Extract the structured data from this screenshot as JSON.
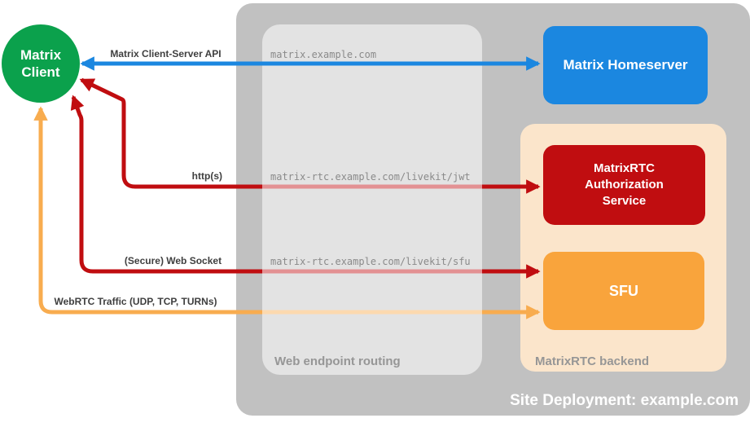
{
  "diagram": {
    "client": {
      "label": "Matrix Client",
      "color": "#0BA14C"
    },
    "site": {
      "label": "Site Deployment: example.com",
      "container_color": "#C1C1C1"
    },
    "routing": {
      "label": "Web endpoint routing"
    },
    "backend": {
      "label": "MatrixRTC backend",
      "color": "#FBE5CB"
    },
    "nodes": {
      "homeserver": {
        "label": "Matrix Homeserver",
        "color": "#1B87E0"
      },
      "auth": {
        "label": "MatrixRTC Authorization Service",
        "color": "#C00D10"
      },
      "sfu": {
        "label": "SFU",
        "color": "#F9A43C"
      }
    },
    "endpoints": {
      "homeserver": "matrix.example.com",
      "jwt": "matrix-rtc.example.com/livekit/jwt",
      "sfu": "matrix-rtc.example.com/livekit/sfu"
    },
    "arrows": {
      "cs_api": {
        "label": "Matrix Client-Server API",
        "color": "#1B87E0",
        "from": "Matrix Client",
        "to": "Matrix Homeserver",
        "bidirectional": true
      },
      "http": {
        "label": "http(s)",
        "color": "#C00D10",
        "from": "Matrix Client",
        "to": "MatrixRTC Authorization Service",
        "bidirectional": true
      },
      "ws": {
        "label": "(Secure) Web Socket",
        "color": "#C00D10",
        "from": "Matrix Client",
        "to": "SFU",
        "bidirectional": true
      },
      "webrtc": {
        "label": "WebRTC Traffic (UDP, TCP, TURNs)",
        "color": "#F8AC4F",
        "from": "Matrix Client",
        "to": "SFU",
        "bidirectional": true
      }
    }
  }
}
